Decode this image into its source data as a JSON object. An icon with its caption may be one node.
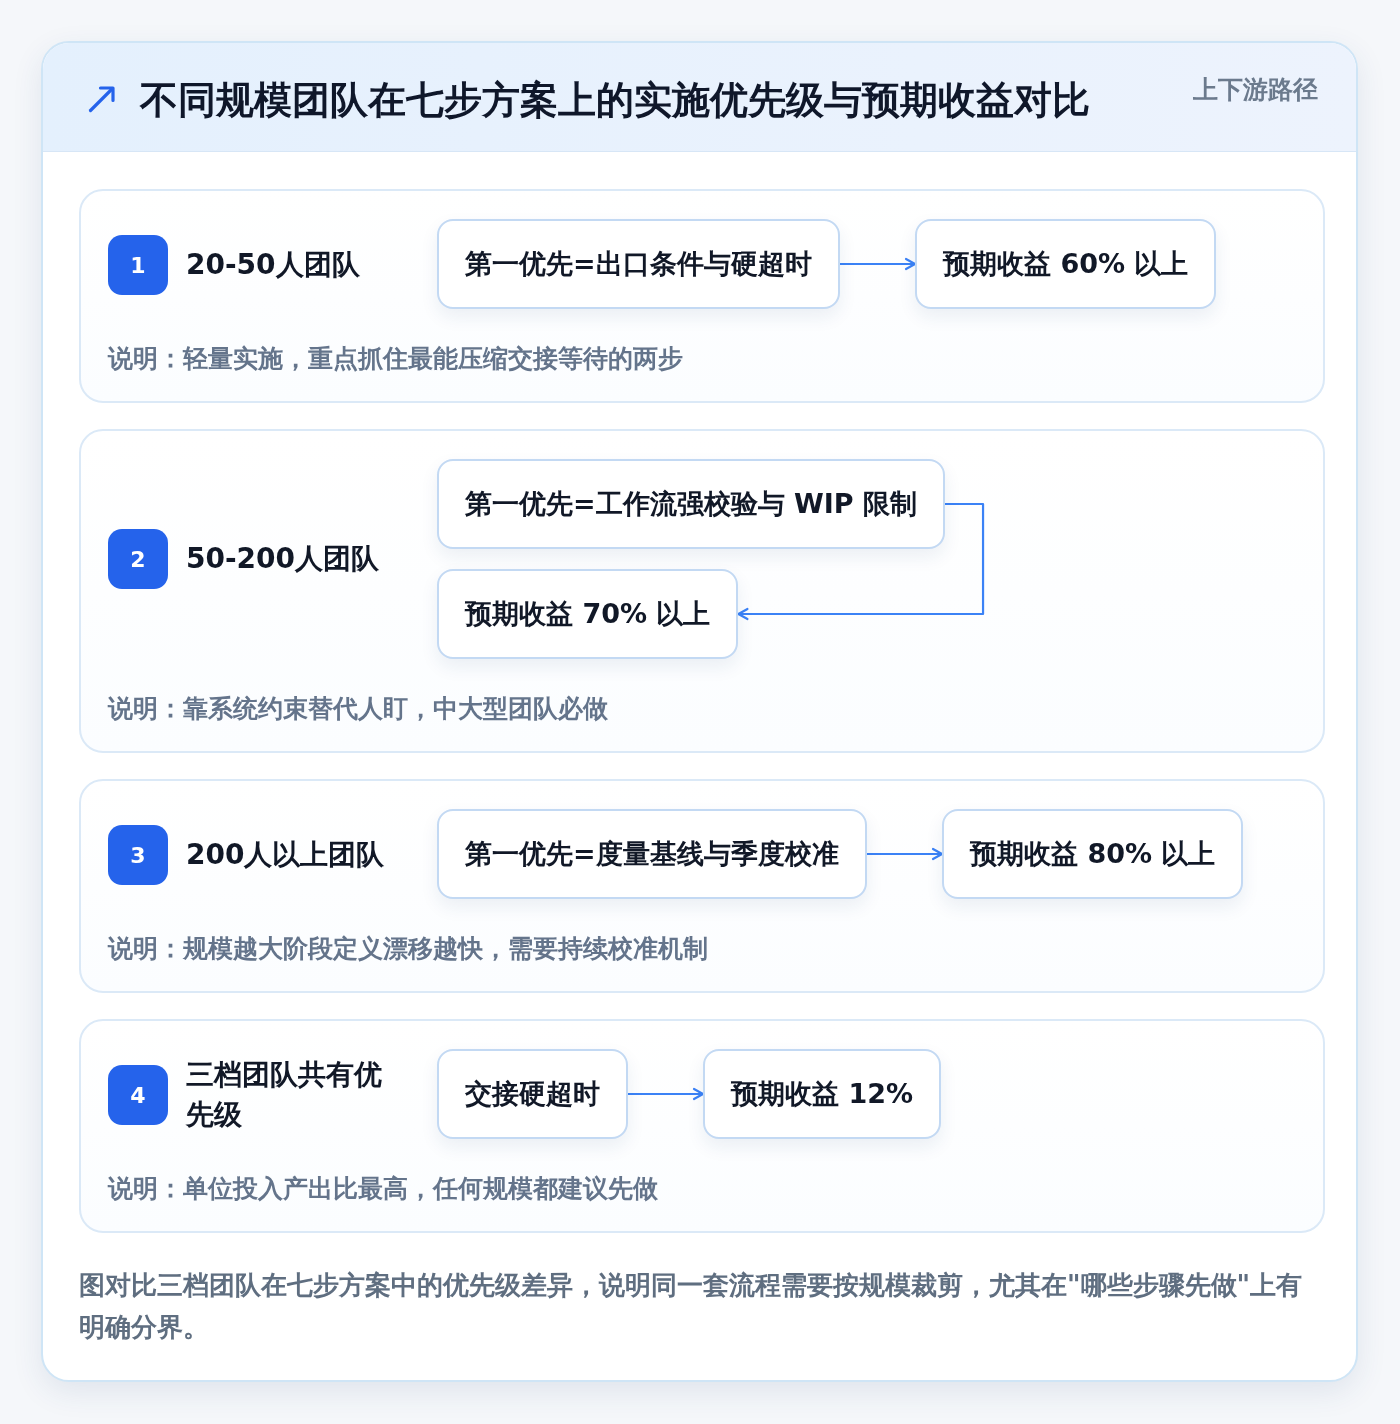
{
  "diagram": {
    "title": "不同规模团队在七步方案上的实施优先级与预期收益对比",
    "caption": "图对比三档团队在七步方案中的优先级差异，说明同一套流程需要按规模裁剪，尤其在\"哪些步骤先做\"上有明确分界。",
    "nodes": [
      {
        "text": [
          "20-50人团队",
          "说明：轻量实施，重点抓住最能压缩交接等待的两步"
        ]
      },
      {
        "text": [
          "1"
        ],
        "in": 0
      },
      {
        "text": [
          "第一优先=出口条件与硬超时"
        ],
        "in": 0
      },
      {
        "text": [
          "预期收益 60% 以上"
        ],
        "in": 0
      },
      {
        "text": [
          "50-200人团队",
          "说明：靠系统约束替代人盯，中大型团队必做"
        ]
      },
      {
        "text": [
          "2"
        ],
        "in": 4
      },
      {
        "text": [
          "第一优先=工作流强校验与 WIP 限制"
        ],
        "in": 4
      },
      {
        "text": [
          "预期收益 70% 以上"
        ],
        "in": 4
      },
      {
        "text": [
          "200人以上团队",
          "说明：规模越大阶段定义漂移越快，需要持续校准机制"
        ]
      },
      {
        "text": [
          "3"
        ],
        "in": 8
      },
      {
        "text": [
          "第一优先=度量基线与季度校准"
        ],
        "in": 8
      },
      {
        "text": [
          "预期收益 80% 以上"
        ],
        "in": 8
      },
      {
        "text": [
          "三档团队共有优先级",
          "说明：单位投入产出比最高，任何规模都建议先做"
        ]
      },
      {
        "text": [
          "4"
        ],
        "in": 12
      },
      {
        "text": [
          "交接硬超时"
        ],
        "in": 12
      },
      {
        "text": [
          "预期收益 12%"
        ],
        "in": 12
      }
    ],
    "edges": [
      {
        "from": 2,
        "to": 3,
        "arrow": "to"
      },
      {
        "from": 6,
        "to": 7,
        "arrow": "to"
      },
      {
        "from": 10,
        "to": 11,
        "arrow": "to"
      },
      {
        "from": 14,
        "to": 15,
        "arrow": "to"
      }
    ],
    "labels": [
      "上下游路径"
    ]
  }
}
